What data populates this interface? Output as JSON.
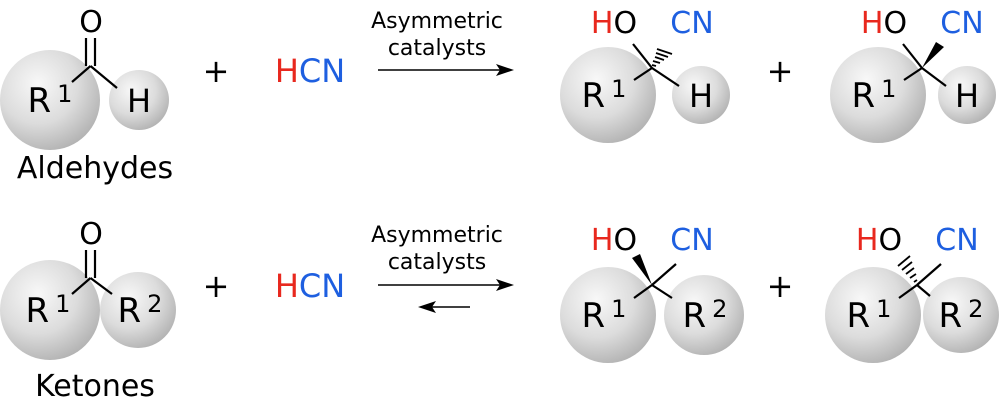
{
  "colors": {
    "bond": "#000000",
    "hydrogen_red": "#e8281e",
    "nitrile_blue": "#1e5fe0",
    "sphere_light": "#f7f7f7",
    "sphere_dark": "#b3b3b3"
  },
  "labels": {
    "oxygen": "O",
    "hydrogen": "H",
    "cn": "CN",
    "r": "R",
    "sup1": "1",
    "sup2": "2",
    "plus": "+",
    "hcn_h": "H",
    "hcn_cn": "CN",
    "catalyst_line1": "Asymmetric",
    "catalyst_line2": "catalysts",
    "aldehydes": "Aldehydes",
    "ketones": "Ketones"
  }
}
